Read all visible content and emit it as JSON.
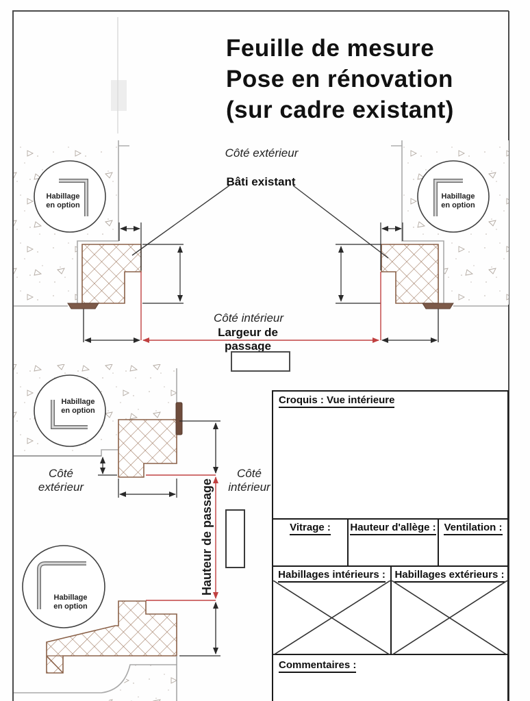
{
  "page": {
    "title_lines": [
      "Feuille de mesure",
      "Pose en rénovation",
      "(sur cadre existant)"
    ]
  },
  "plan_section": {
    "cote_exterieur_label": "Côté extérieur",
    "bati_existant_label": "Bâti existant",
    "cote_interieur_label": "Côté intérieur",
    "largeur_de_passage_label": "Largeur de passage",
    "habillage_left_note": "Habillage en option",
    "habillage_right_note": "Habillage en option",
    "largeur_value": ""
  },
  "vertical_section": {
    "cote_exterieur_label": "Côté extérieur",
    "cote_interieur_label": "Côté intérieur",
    "hauteur_de_passage_label": "Hauteur de passage",
    "habillage_top_note": "Habillage en option",
    "habillage_bottom_note": "Habillage en option",
    "hauteur_value": ""
  },
  "form": {
    "croquis_header": "Croquis : Vue intérieure",
    "vitrage_header": "Vitrage :",
    "hauteur_allege_header": "Hauteur d'allège :",
    "ventilation_header": "Ventilation :",
    "habillages_interieurs_header": "Habillages intérieurs :",
    "habillages_exterieurs_header": "Habillages extérieurs :",
    "commentaires_header": "Commentaires :"
  },
  "colors": {
    "dimension_red": "#c04040",
    "wood_brown": "#8a6148",
    "sill_brown": "#7d5a49",
    "wall_gray": "#a9a9a9",
    "line_black": "#2a2a2a",
    "form_border": "#1c1c1c"
  }
}
